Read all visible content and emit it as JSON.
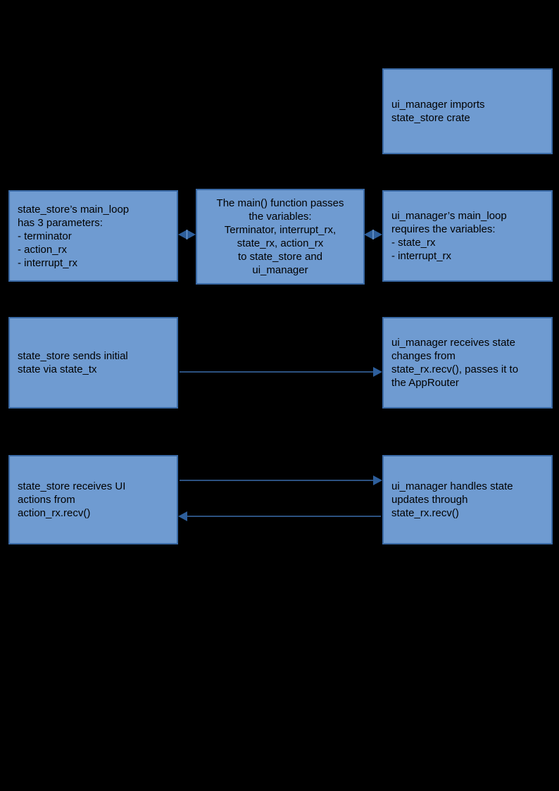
{
  "colors": {
    "background": "#000000",
    "box_fill": "#6f9bd1",
    "box_border": "#3a6aa6",
    "arrow_line": "#3b6caa",
    "arrow_head": "#2e5f9c",
    "text": "#000000"
  },
  "nodes": {
    "ui_manager_imports": {
      "text": "ui_manager imports\nstate_store crate"
    },
    "state_store_main_loop": {
      "text": "state_store’s main_loop\nhas 3 parameters:\n- terminator\n- action_rx\n- interrupt_rx"
    },
    "main_function_passes": {
      "text": "The main() function passes\nthe variables:\nTerminator, interrupt_rx,\nstate_rx, action_rx\nto state_store and\nui_manager"
    },
    "ui_manager_main_loop": {
      "text": "ui_manager’s main_loop\nrequires the variables:\n- state_rx\n- interrupt_rx"
    },
    "state_store_sends_initial": {
      "text": "state_store sends initial\nstate via state_tx"
    },
    "ui_manager_receives_state": {
      "text": "ui_manager receives state\nchanges from\nstate_rx.recv(), passes it to\nthe AppRouter"
    },
    "state_store_receives_actions": {
      "text": "state_store receives UI\nactions from\naction_rx.recv()"
    },
    "ui_manager_handles_updates": {
      "text": "ui_manager handles state\nupdates through\nstate_rx.recv()"
    }
  },
  "edges": [
    {
      "name": "state_store_main_loop <-> main_function_passes",
      "type": "bidirectional-diamond"
    },
    {
      "name": "main_function_passes <-> ui_manager_main_loop",
      "type": "bidirectional-diamond"
    },
    {
      "name": "state_store_sends_initial -> ui_manager_receives_state",
      "type": "arrow-right"
    },
    {
      "name": "state_store_receives_actions -> ui_manager_handles_updates",
      "type": "arrow-right"
    },
    {
      "name": "ui_manager_handles_updates -> state_store_receives_actions",
      "type": "arrow-left"
    }
  ]
}
